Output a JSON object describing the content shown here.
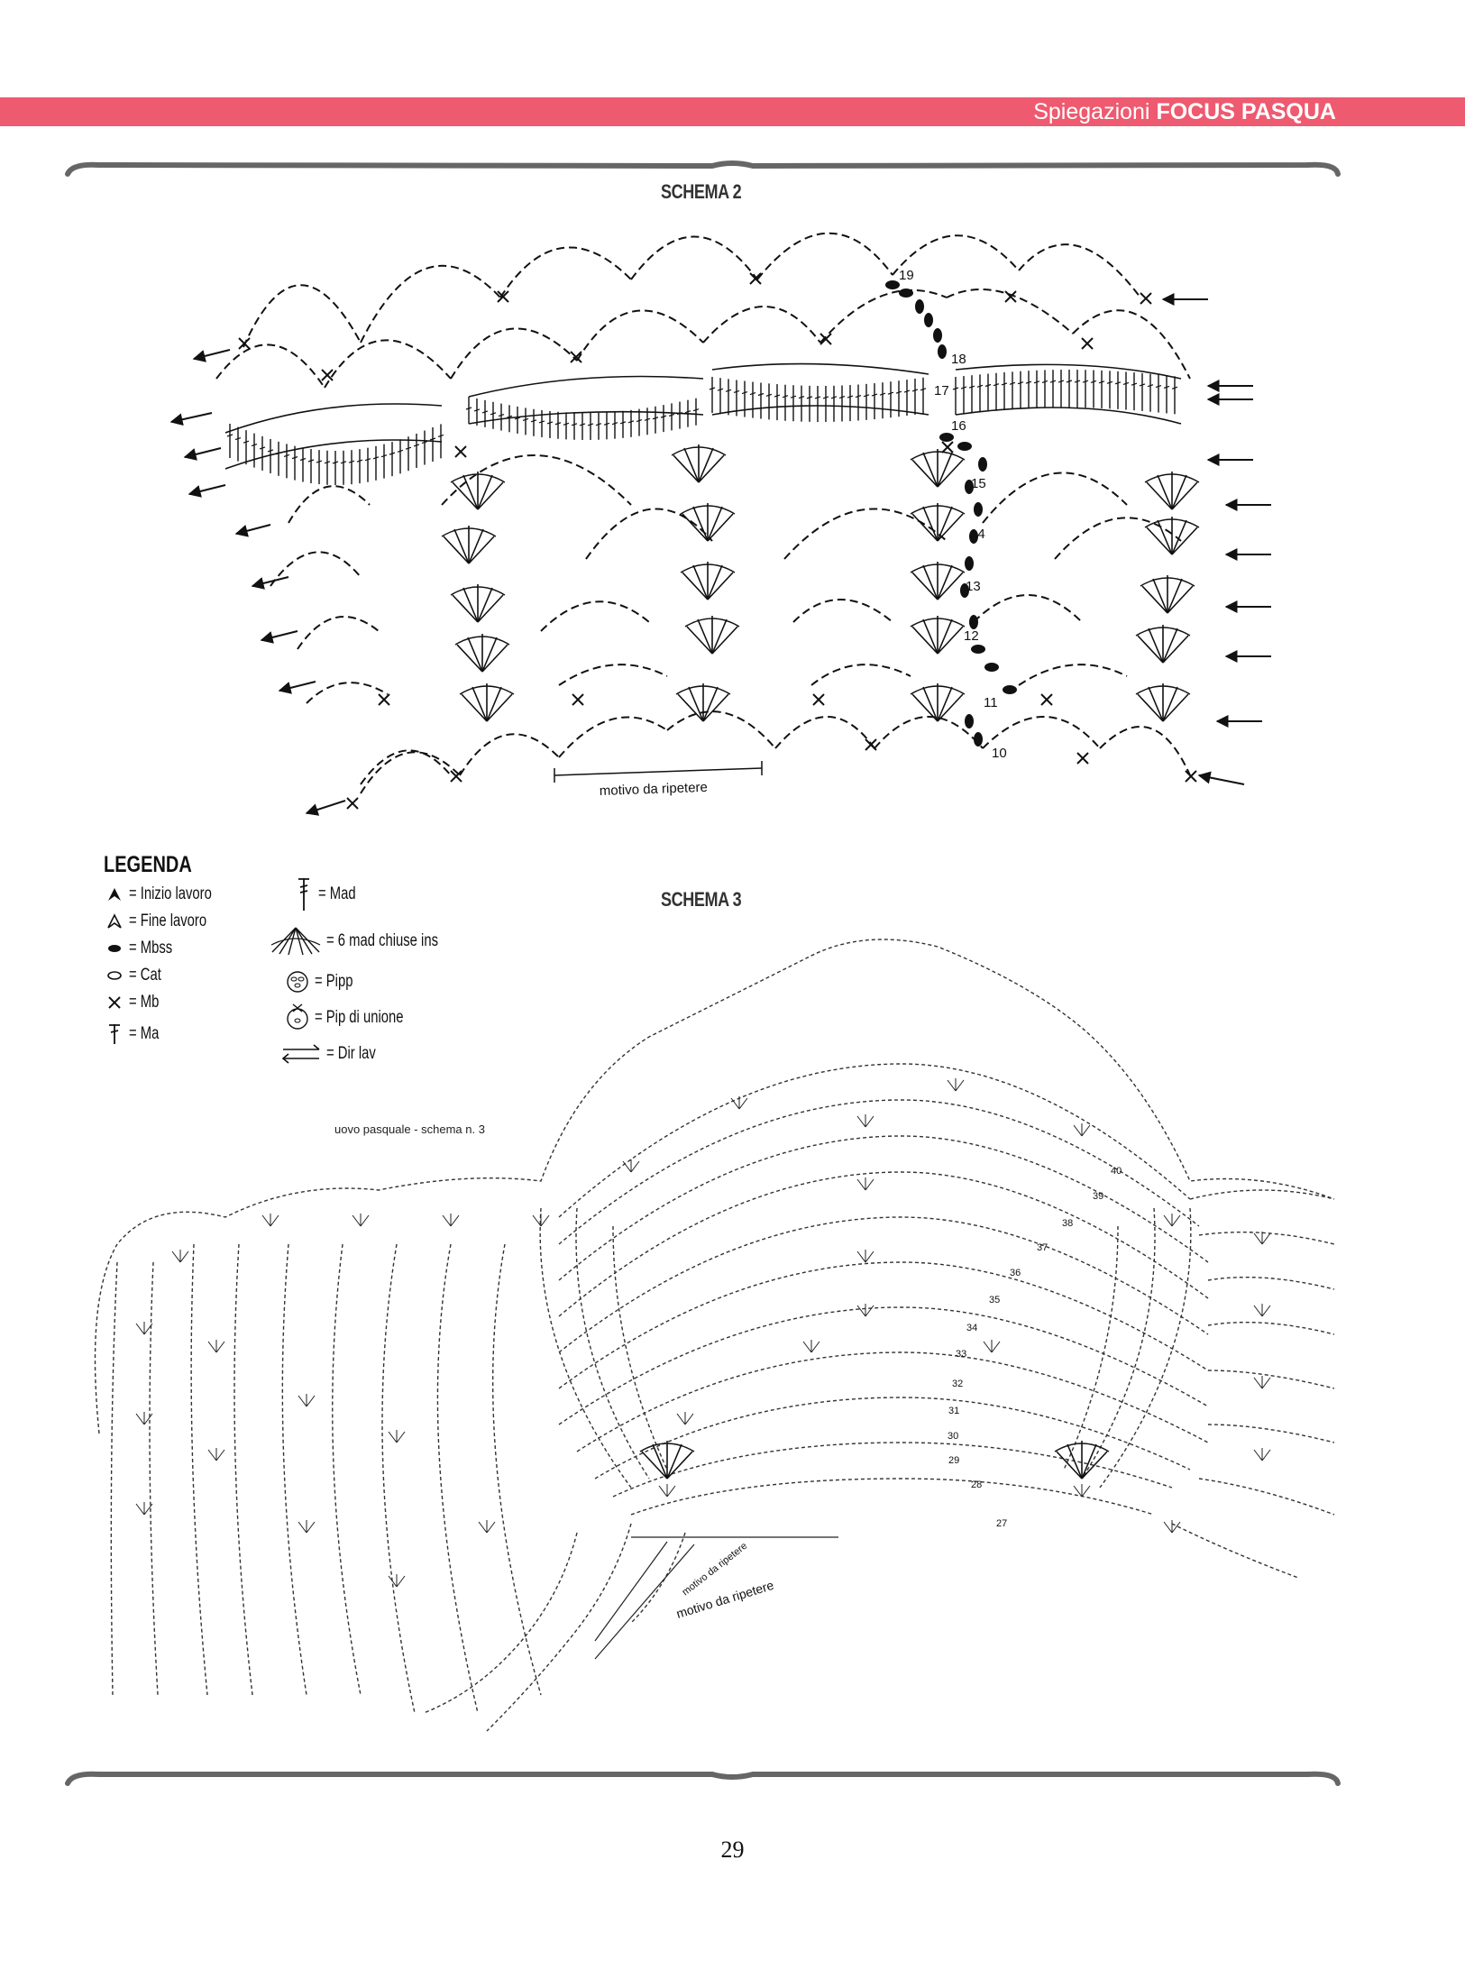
{
  "header": {
    "section": "Spiegazioni",
    "title": "FOCUS PASQUA",
    "color": "#ee5a6f"
  },
  "schema2": {
    "title": "SCHEMA 2",
    "repeat_label": "motivo da ripetere",
    "round_numbers": [
      "19",
      "18",
      "17",
      "16",
      "15",
      "14",
      "13",
      "12",
      "11",
      "10"
    ]
  },
  "legend": {
    "title": "LEGENDA",
    "items": [
      {
        "icon": "start-work-icon",
        "label": "= Inizio lavoro"
      },
      {
        "icon": "end-work-icon",
        "label": "= Fine lavoro"
      },
      {
        "icon": "slip-stitch-icon",
        "label": "= Mbss"
      },
      {
        "icon": "chain-icon",
        "label": "= Cat"
      },
      {
        "icon": "single-crochet-icon",
        "label": "= Mb"
      },
      {
        "icon": "double-crochet-icon",
        "label": "= Ma"
      },
      {
        "icon": "double-treble-icon",
        "label": "= Mad"
      },
      {
        "icon": "six-mad-closed-icon",
        "label": "= 6 mad chiuse ins"
      },
      {
        "icon": "picot-icon",
        "label": "= Pipp"
      },
      {
        "icon": "joining-picot-icon",
        "label": "= Pip di unione"
      },
      {
        "icon": "work-direction-icon",
        "label": "= Dir lav"
      }
    ]
  },
  "schema3": {
    "title": "SCHEMA 3",
    "caption": "uovo pasquale - schema n. 3",
    "repeat_label_small": "motivo da ripetere",
    "repeat_label": "motivo da ripetere",
    "round_numbers": [
      "40",
      "39",
      "38",
      "37",
      "36",
      "35",
      "34",
      "33",
      "32",
      "31",
      "30",
      "29",
      "28",
      "27"
    ]
  },
  "page_number": "29"
}
